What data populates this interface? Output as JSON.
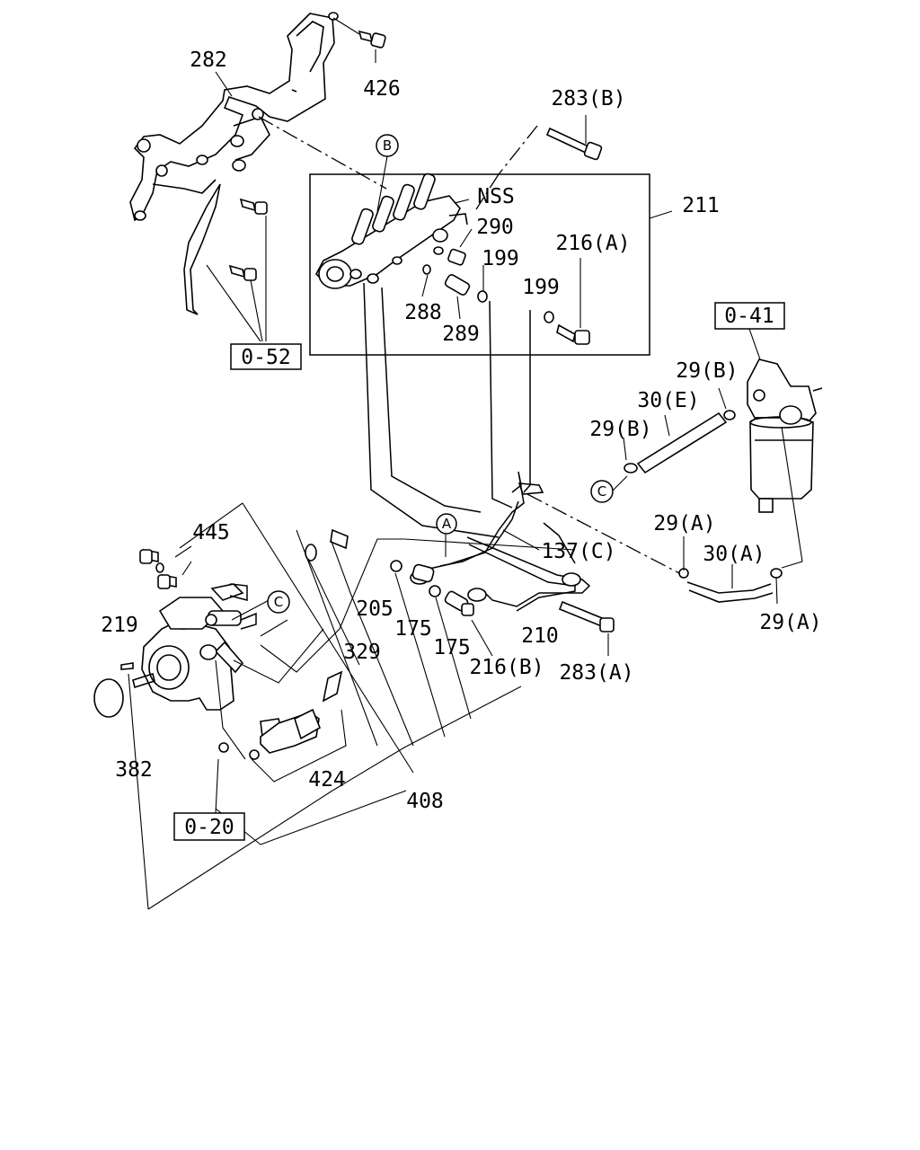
{
  "diagram": {
    "callouts": {
      "c282": "282",
      "c426": "426",
      "c283b": "283(B)",
      "c211": "211",
      "cnss": "NSS",
      "c290": "290",
      "c199a": "199",
      "c199b": "199",
      "c216a": "216(A)",
      "c288": "288",
      "c289": "289",
      "c29b1": "29(B)",
      "c30e": "30(E)",
      "c29b2": "29(B)",
      "c445": "445",
      "c137c": "137(C)",
      "c29a1": "29(A)",
      "c30a": "30(A)",
      "c29a2": "29(A)",
      "c219": "219",
      "c205": "205",
      "c175a": "175",
      "c175b": "175",
      "c329": "329",
      "c210": "210",
      "c216b": "216(B)",
      "c283a": "283(A)",
      "c382": "382",
      "c424": "424",
      "c408": "408"
    },
    "refs": {
      "r052": "0-52",
      "r041": "0-41",
      "r020": "0-20"
    },
    "markers": {
      "mB": "B",
      "mC1": "C",
      "mA": "A",
      "mC2": "C"
    }
  }
}
